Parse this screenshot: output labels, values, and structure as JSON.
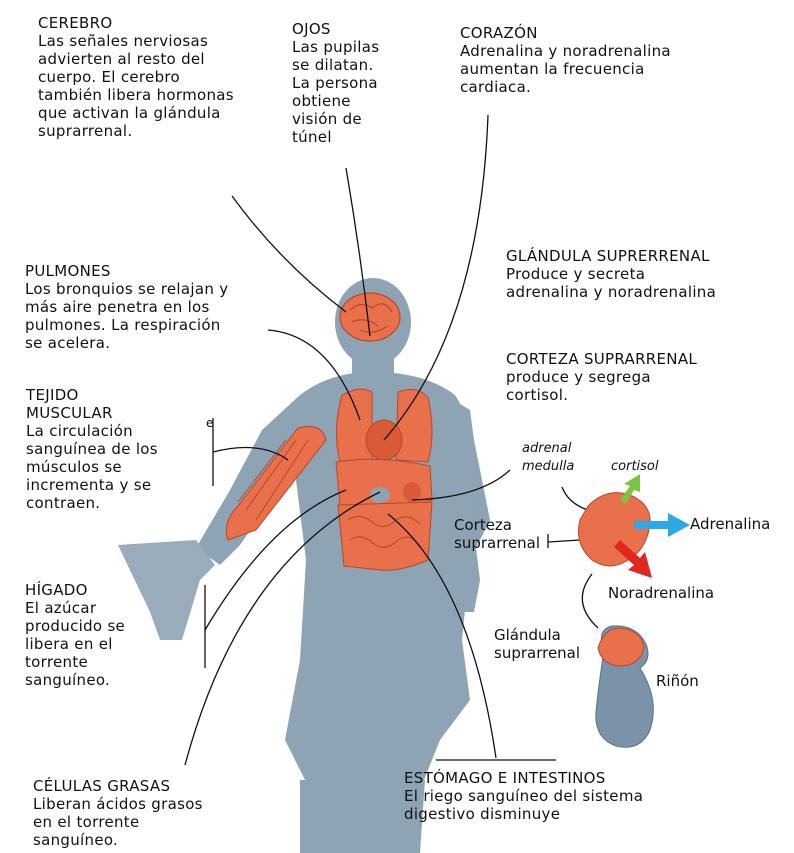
{
  "colors": {
    "body": "#8ea3b3",
    "organ": "#e8704a",
    "organ_dark": "#b9472a",
    "kidney": "#7b93a8",
    "arrow_green": "#7cc243",
    "arrow_blue": "#2aa9e6",
    "arrow_red": "#e0261e"
  },
  "callouts": {
    "cerebro": {
      "title": "CEREBRO",
      "text": "Las señales nerviosas\nadvierten al resto del\ncuerpo. El cerebro\ntambién libera hormonas\nque activan la glándula\nsuprarrenal."
    },
    "ojos": {
      "title": "OJOS",
      "text": "Las pupilas\nse dilatan.\nLa persona\nobtiene\nvisión de\ntúnel"
    },
    "corazon": {
      "title": "CORAZÓN",
      "text": "Adrenalina y noradrenalina\naumentan la frecuencia\ncardiaca."
    },
    "glandula": {
      "title": "GLÁNDULA SUPRERRENAL",
      "text": "Produce y secreta\nadrenalina y noradrenalina"
    },
    "pulmones": {
      "title": "PULMONES",
      "text": "Los bronquios se relajan y\nmás aire penetra en los\npulmones. La respiración\nse acelera."
    },
    "corteza": {
      "title": "CORTEZA SUPRARRENAL",
      "text": "produce y segrega\ncortisol."
    },
    "tejido": {
      "title": "TEJIDO\nMUSCULAR",
      "text": "La circulación\nsanguínea de los\nmúsculos se\nincrementa  y se\ncontraen."
    },
    "higado": {
      "title": "HÍGADO",
      "text": "El azúcar\nproducido se\nlibera en el\ntorrente\nsanguíneo."
    },
    "celulas": {
      "title": "CÉLULAS GRASAS",
      "text": "Liberan ácidos grasos\nen el torrente\nsanguíneo."
    },
    "estomago": {
      "title": "ESTÓMAGO E INTESTINOS",
      "text": "El riego sanguíneo del sistema\ndigestivo disminuye"
    }
  },
  "labels": {
    "adrenal_medulla": "adrenal\nmedulla",
    "cortisol": "cortisol",
    "adrenalina": "Adrenalina",
    "corteza_suprarrenal": "Corteza\nsuprarrenal",
    "noradrenalina": "Noradrenalina",
    "glandula_suprarrenal": "Glándula\nsuprarrenal",
    "rinon": "Riñón",
    "stray_e": "e"
  }
}
